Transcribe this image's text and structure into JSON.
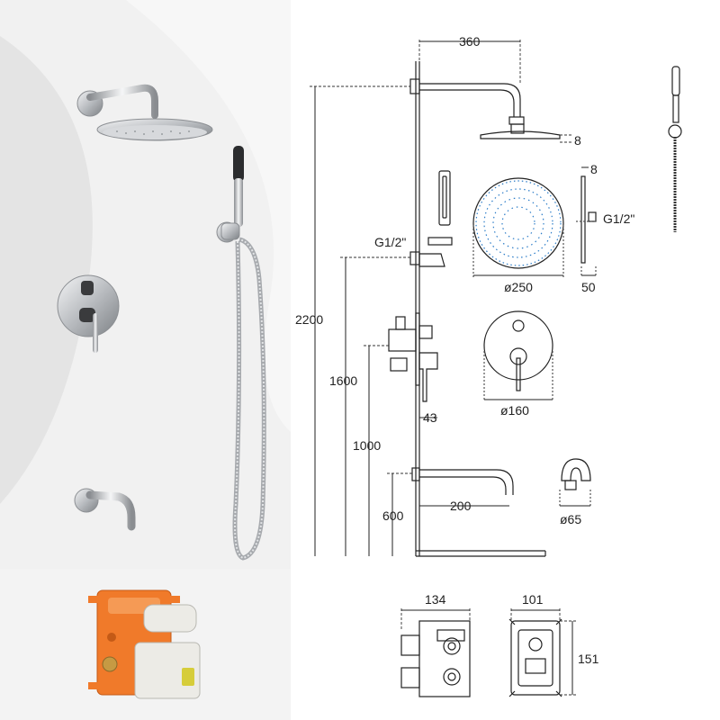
{
  "dimensions": {
    "arm_length": "360",
    "head_thickness": "8",
    "head_depth": "8",
    "head_thread": "G1/2\"",
    "hose_outlet_thread": "G1/2\"",
    "total_height": "2200",
    "outlet_height": "1600",
    "mixer_height": "1000",
    "spout_height": "600",
    "valve_depth": "43",
    "spout_length": "200",
    "head_diameter": "ø250",
    "arm_projection": "50",
    "mixer_plate_diameter": "ø160",
    "spout_flange_diameter": "ø65",
    "box_depth": "134",
    "box_width": "101",
    "box_height": "151"
  },
  "colors": {
    "chrome": "#c9ccd0",
    "box_orange": "#f07a2a",
    "line": "#222222",
    "dashed": "#555555"
  }
}
